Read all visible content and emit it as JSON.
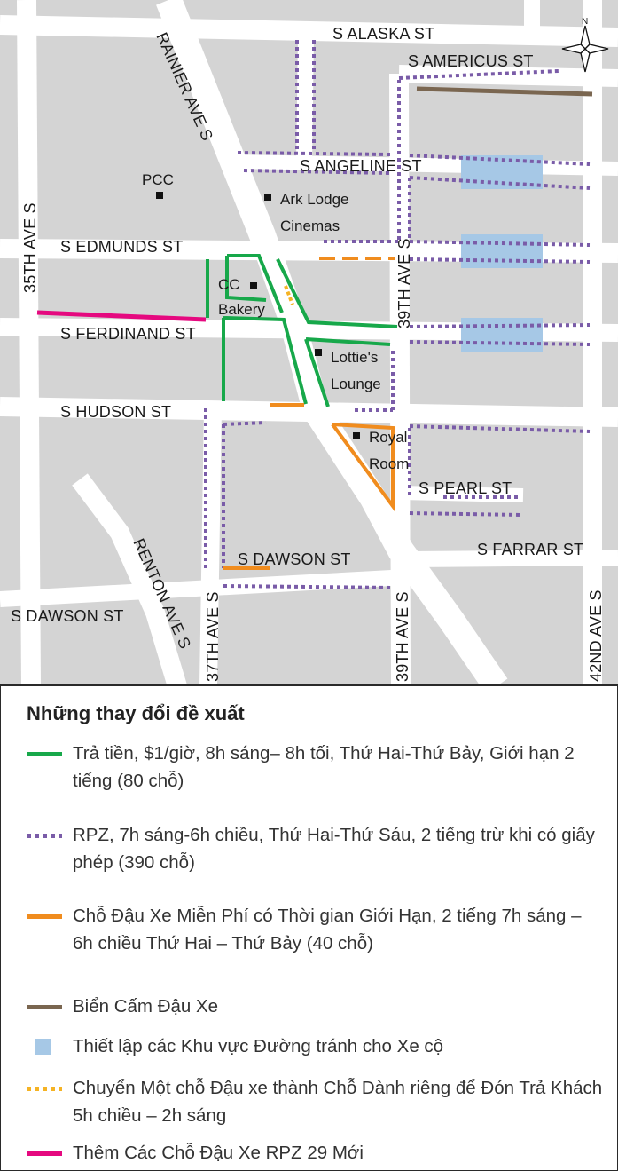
{
  "colors": {
    "block": "#d4d4d4",
    "road": "#ffffff",
    "paid": "#17a84a",
    "rpz": "#7a5ca8",
    "free_limited": "#f08c1e",
    "no_parking": "#7a6650",
    "turnout": "#a6c8e6",
    "load_zone": "#f5b324",
    "new_rpz": "#e5097f"
  },
  "map": {
    "compass": "N",
    "streets": {
      "s_alaska": "S ALASKA ST",
      "s_americus": "S AMERICUS ST",
      "rainier": "RAINIER AVE S",
      "s_angeline": "S ANGELINE ST",
      "s_edmunds": "S EDMUNDS ST",
      "ave35": "35TH AVE S",
      "s_ferdinand": "S FERDINAND ST",
      "ave39_top": "39TH AVE S",
      "s_hudson": "S HUDSON ST",
      "s_pearl": "S PEARL ST",
      "s_farrar": "S FARRAR ST",
      "renton": "RENTON AVE S",
      "s_dawson_mid": "S DAWSON ST",
      "s_dawson_left": "S DAWSON ST",
      "ave37": "37TH AVE S",
      "ave39_bottom": "39TH AVE S",
      "ave42": "42ND AVE S"
    },
    "places": {
      "pcc": "PCC",
      "ark1": "Ark Lodge",
      "ark2": "Cinemas",
      "cc1": "CC",
      "cc2": "Bakery",
      "lottie1": "Lottie's",
      "lottie2": "Lounge",
      "royal1": "Royal",
      "royal2": "Room"
    }
  },
  "legend": {
    "title": "Những thay đổi đề xuất",
    "items": [
      {
        "style": "solid",
        "color": "#17a84a",
        "label": "Trả tiền, $1/giờ, 8h sáng– 8h tối, Thứ Hai-Thứ Bảy, Giới hạn 2 tiếng (80 chỗ)"
      },
      {
        "style": "dotted",
        "color": "#7a5ca8",
        "label": "RPZ, 7h sáng-6h chiều, Thứ Hai-Thứ Sáu, 2 tiếng trừ khi có giấy phép (390 chỗ)"
      },
      {
        "style": "solid",
        "color": "#f08c1e",
        "label": "Chỗ Đậu Xe Miễn Phí có Thời gian Giới Hạn, 2 tiếng 7h sáng – 6h chiều Thứ Hai – Thứ Bảy (40 chỗ)"
      },
      {
        "style": "solid",
        "color": "#7a6650",
        "label": "Biển Cấm Đậu Xe"
      },
      {
        "style": "square",
        "color": "#a6c8e6",
        "label": "Thiết lập các Khu vực Đường tránh cho Xe cộ"
      },
      {
        "style": "dotted",
        "color": "#f5b324",
        "label": "Chuyển Một chỗ Đậu xe thành Chỗ Dành riêng để Đón Trả Khách 5h chiều – 2h sáng"
      },
      {
        "style": "solid",
        "color": "#e5097f",
        "label": "Thêm Các Chỗ Đậu Xe RPZ 29 Mới"
      }
    ]
  }
}
